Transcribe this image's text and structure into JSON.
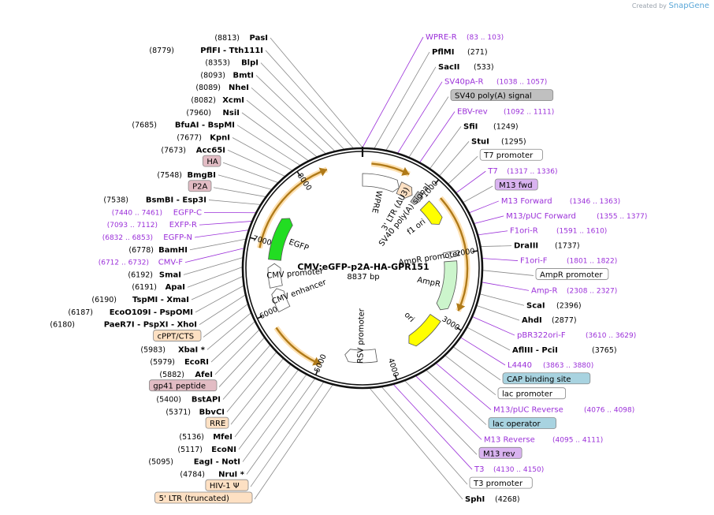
{
  "brand": {
    "created_by": "Created by",
    "name": "SnapGene"
  },
  "plasmid": {
    "name": "CMV:eGFP-p2A-HA-GPR151",
    "size": "8837 bp",
    "length": 8837
  },
  "ticks": [
    "1000",
    "2000",
    "3000",
    "4000",
    "5000",
    "6000",
    "7000",
    "8000"
  ],
  "right_labels": [
    {
      "kind": "primer",
      "name": "WPRE-R",
      "pos": "(83 .. 103)"
    },
    {
      "kind": "enzyme",
      "name": "PflMI",
      "pos": "(271)"
    },
    {
      "kind": "enzyme",
      "name": "SacII",
      "pos": "(533)"
    },
    {
      "kind": "primer",
      "name": "SV40pA-R",
      "pos": "(1038 .. 1057)"
    },
    {
      "kind": "feature",
      "name": "SV40 poly(A) signal",
      "fill": "#c0c0c0"
    },
    {
      "kind": "primer",
      "name": "EBV-rev",
      "pos": "(1092 .. 1111)"
    },
    {
      "kind": "enzyme",
      "name": "SfiI",
      "pos": "(1249)"
    },
    {
      "kind": "enzyme",
      "name": "StuI",
      "pos": "(1295)"
    },
    {
      "kind": "feature",
      "name": "T7 promoter",
      "fill": "#ffffff"
    },
    {
      "kind": "primer",
      "name": "T7",
      "pos": "(1317 .. 1336)"
    },
    {
      "kind": "feature",
      "name": "M13 fwd",
      "fill": "#d9b3f0"
    },
    {
      "kind": "primer",
      "name": "M13 Forward",
      "pos": "(1346 .. 1363)"
    },
    {
      "kind": "primer",
      "name": "M13/pUC Forward",
      "pos": "(1355 .. 1377)"
    },
    {
      "kind": "primer",
      "name": "F1ori-R",
      "pos": "(1591 .. 1610)"
    },
    {
      "kind": "enzyme",
      "name": "DraIII",
      "pos": "(1737)"
    },
    {
      "kind": "primer",
      "name": "F1ori-F",
      "pos": "(1801 .. 1822)"
    },
    {
      "kind": "feature",
      "name": "AmpR promoter",
      "fill": "#ffffff"
    },
    {
      "kind": "primer",
      "name": "Amp-R",
      "pos": "(2308 .. 2327)"
    },
    {
      "kind": "enzyme",
      "name": "ScaI",
      "pos": "(2396)"
    },
    {
      "kind": "enzyme",
      "name": "AhdI",
      "pos": "(2877)"
    },
    {
      "kind": "primer",
      "name": "pBR322ori-F",
      "pos": "(3610 .. 3629)"
    },
    {
      "kind": "enzyme",
      "name": "AflIII - PciI",
      "pos": "(3765)"
    },
    {
      "kind": "primer",
      "name": "L4440",
      "pos": "(3863 .. 3880)"
    },
    {
      "kind": "feature",
      "name": "CAP binding site",
      "fill": "#a8d3e0"
    },
    {
      "kind": "feature",
      "name": "lac promoter",
      "fill": "#ffffff"
    },
    {
      "kind": "primer",
      "name": "M13/pUC Reverse",
      "pos": "(4076 .. 4098)"
    },
    {
      "kind": "feature",
      "name": "lac operator",
      "fill": "#a8d3e0"
    },
    {
      "kind": "primer",
      "name": "M13 Reverse",
      "pos": "(4095 .. 4111)"
    },
    {
      "kind": "feature",
      "name": "M13 rev",
      "fill": "#d9b3f0"
    },
    {
      "kind": "primer",
      "name": "T3",
      "pos": "(4130 .. 4150)"
    },
    {
      "kind": "feature",
      "name": "T3 promoter",
      "fill": "#ffffff"
    },
    {
      "kind": "enzyme",
      "name": "SphI",
      "pos": "(4268)"
    }
  ],
  "left_labels": [
    {
      "kind": "enzyme",
      "name": "PasI",
      "pos": "(8813)"
    },
    {
      "kind": "enzyme",
      "name": "PflFI - Tth111I",
      "pos": "(8779)"
    },
    {
      "kind": "enzyme",
      "name": "BlpI",
      "pos": "(8353)"
    },
    {
      "kind": "enzyme",
      "name": "BmtI",
      "pos": "(8093)"
    },
    {
      "kind": "enzyme",
      "name": "NheI",
      "pos": "(8089)"
    },
    {
      "kind": "enzyme",
      "name": "XcmI",
      "pos": "(8082)"
    },
    {
      "kind": "enzyme",
      "name": "NsiI",
      "pos": "(7960)"
    },
    {
      "kind": "enzyme",
      "name": "BfuAI - BspMI",
      "pos": "(7685)"
    },
    {
      "kind": "enzyme",
      "name": "KpnI",
      "pos": "(7677)"
    },
    {
      "kind": "enzyme",
      "name": "Acc65I",
      "pos": "(7673)"
    },
    {
      "kind": "feature",
      "name": "HA",
      "fill": "#e2bcc4"
    },
    {
      "kind": "enzyme",
      "name": "BmgBI",
      "pos": "(7548)"
    },
    {
      "kind": "feature",
      "name": "P2A",
      "fill": "#e2bcc4"
    },
    {
      "kind": "enzyme",
      "name": "BsmBI - Esp3I",
      "pos": "(7538)"
    },
    {
      "kind": "primer",
      "name": "EGFP-C",
      "pos": "(7440 .. 7461)"
    },
    {
      "kind": "primer",
      "name": "EXFP-R",
      "pos": "(7093 .. 7112)"
    },
    {
      "kind": "primer",
      "name": "EGFP-N",
      "pos": "(6832 .. 6853)"
    },
    {
      "kind": "enzyme",
      "name": "BamHI",
      "pos": "(6778)"
    },
    {
      "kind": "primer",
      "name": "CMV-F",
      "pos": "(6712 .. 6732)"
    },
    {
      "kind": "enzyme",
      "name": "SmaI",
      "pos": "(6192)"
    },
    {
      "kind": "enzyme",
      "name": "ApaI",
      "pos": "(6191)"
    },
    {
      "kind": "enzyme",
      "name": "TspMI - XmaI",
      "pos": "(6190)"
    },
    {
      "kind": "enzyme",
      "name": "EcoO109I - PspOMI",
      "pos": "(6187)"
    },
    {
      "kind": "enzyme",
      "name": "PaeR7I - PspXI - XhoI",
      "pos": "(6180)"
    },
    {
      "kind": "feature",
      "name": "cPPT/CTS",
      "fill": "#fde0c3"
    },
    {
      "kind": "enzyme",
      "name": "XbaI *",
      "pos": "(5983)"
    },
    {
      "kind": "enzyme",
      "name": "EcoRI",
      "pos": "(5979)"
    },
    {
      "kind": "enzyme",
      "name": "AfeI",
      "pos": "(5882)"
    },
    {
      "kind": "feature",
      "name": "gp41 peptide",
      "fill": "#e2bcc4"
    },
    {
      "kind": "enzyme",
      "name": "BstAPI",
      "pos": "(5400)"
    },
    {
      "kind": "enzyme",
      "name": "BbvCI",
      "pos": "(5371)"
    },
    {
      "kind": "feature",
      "name": "RRE",
      "fill": "#fde0c3"
    },
    {
      "kind": "enzyme",
      "name": "MfeI",
      "pos": "(5136)"
    },
    {
      "kind": "enzyme",
      "name": "EcoNI",
      "pos": "(5117)"
    },
    {
      "kind": "enzyme",
      "name": "EagI - NotI",
      "pos": "(5095)"
    },
    {
      "kind": "enzyme",
      "name": "NruI *",
      "pos": "(4784)"
    },
    {
      "kind": "feature",
      "name": "HIV-1 Ψ",
      "fill": "#fde0c3"
    },
    {
      "kind": "feature",
      "name": "5' LTR (truncated)",
      "fill": "#fde0c3"
    }
  ],
  "inner_features": [
    {
      "name": "WPRE",
      "start": 8837,
      "end": 600,
      "color": "#ffffff"
    },
    {
      "name": "3' LTR (ΔU3)",
      "start": 600,
      "end": 840,
      "color": "#fde0c3"
    },
    {
      "name": "SV40 poly(A) signal",
      "start": 880,
      "end": 1000,
      "color": "#c0c0c0"
    },
    {
      "name": "f1 ori",
      "start": 1100,
      "end": 1480,
      "color": "#ffff00"
    },
    {
      "name": "AmpR promoter",
      "start": 1950,
      "end": 2050,
      "color": "#ffffff"
    },
    {
      "name": "AmpR",
      "start": 2100,
      "end": 2900,
      "color": "#ccf5cc"
    },
    {
      "name": "ori",
      "start": 3050,
      "end": 3640,
      "color": "#ffff00"
    },
    {
      "name": "RSV promoter",
      "start": 4200,
      "end": 4700,
      "color": "#ffffff"
    },
    {
      "name": "CMV enhancer",
      "start": 5950,
      "end": 6300,
      "color": "#ffffff"
    },
    {
      "name": "CMV promoter",
      "start": 6330,
      "end": 6700,
      "color": "#ffffff"
    },
    {
      "name": "EGFP",
      "start": 6760,
      "end": 7470,
      "color": "#22dd22"
    }
  ],
  "arrow_features": [
    {
      "name": "gene-arrow-1",
      "start": 120,
      "end": 650,
      "dir": 1
    },
    {
      "name": "gene-arrow-2",
      "start": 1180,
      "end": 2800,
      "dir": 1
    },
    {
      "name": "gene-arrow-3",
      "start": 5000,
      "end": 5780,
      "dir": -1
    },
    {
      "name": "gene-arrow-4",
      "start": 6900,
      "end": 8350,
      "dir": 1
    }
  ]
}
